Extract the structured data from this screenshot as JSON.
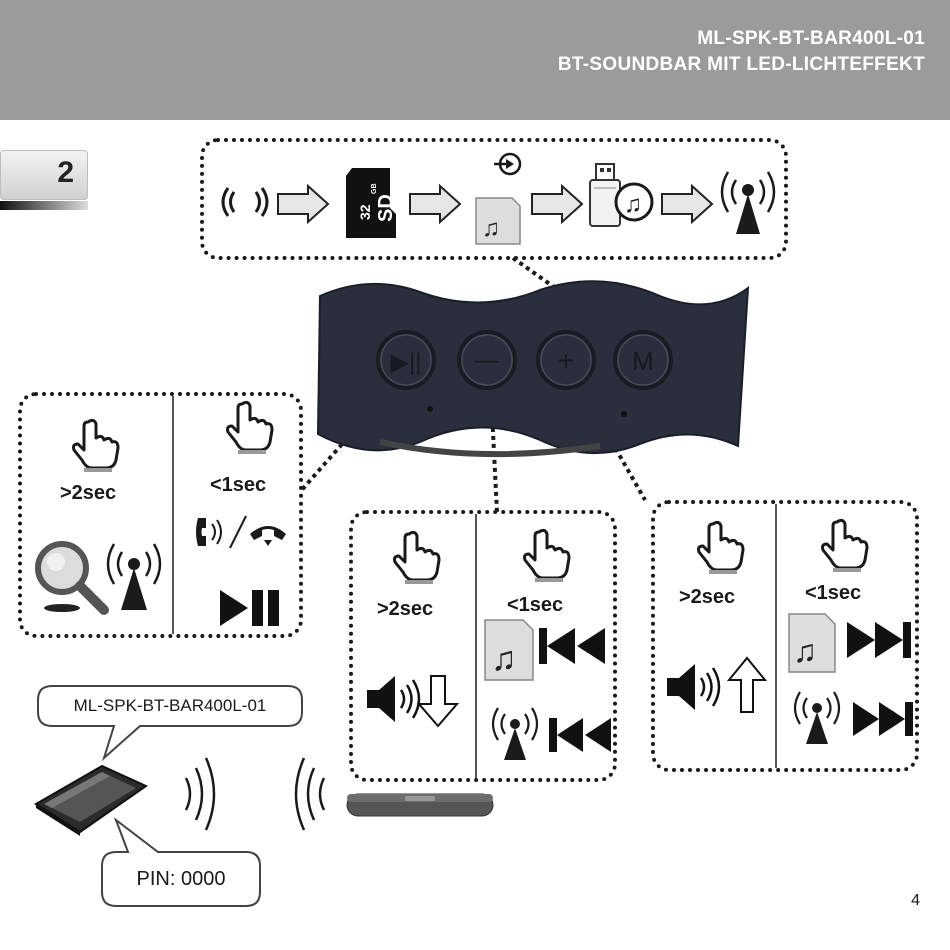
{
  "header": {
    "model": "ML-SPK-BT-BAR400L-01",
    "product": "BT-SOUNDBAR MIT LED-LICHTEFFEKT",
    "background": "#9b9b9b"
  },
  "section_number": "2",
  "mode_flow": {
    "steps": [
      "bluetooth-icon",
      "sd-card-icon",
      "aux-in-icon",
      "usb-music-icon",
      "fm-radio-icon"
    ],
    "sd_card": {
      "capacity": "32",
      "unit": "GB",
      "type": "SD"
    }
  },
  "speaker_buttons": {
    "labels": [
      "▶||",
      "—",
      "+",
      "M"
    ]
  },
  "play_button_box": {
    "long": {
      "label": ">2sec",
      "actions": [
        "search-icon",
        "fm-radio-icon"
      ]
    },
    "short": {
      "label": "<1sec",
      "actions": [
        "phone-call-icon",
        "hang-up-icon",
        "play-pause-icon"
      ]
    }
  },
  "minus_button_box": {
    "long": {
      "label": ">2sec",
      "actions": [
        "volume-down-icon"
      ]
    },
    "short": {
      "label": "<1sec",
      "actions": [
        "music-previous-icon",
        "radio-previous-icon"
      ]
    }
  },
  "plus_button_box": {
    "long": {
      "label": ">2sec",
      "actions": [
        "volume-up-icon"
      ]
    },
    "short": {
      "label": "<1sec",
      "actions": [
        "music-next-icon",
        "radio-next-icon"
      ]
    }
  },
  "pairing": {
    "device_name": "ML-SPK-BT-BAR400L-01",
    "pin": "PIN: 0000"
  },
  "page_number": "4"
}
